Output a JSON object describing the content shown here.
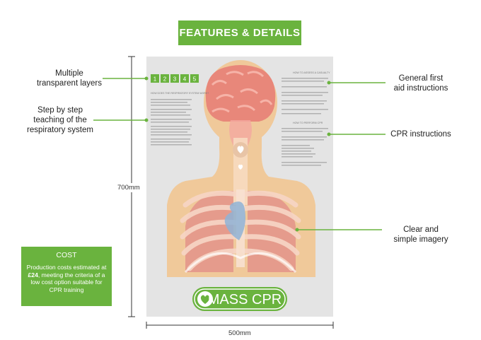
{
  "header": {
    "title": "FEATURES & DETAILS"
  },
  "annotations": {
    "layers": [
      "Multiple",
      "transparent layers"
    ],
    "steps": [
      "Step by step",
      "teaching of the",
      "respiratory system"
    ],
    "first_aid": [
      "General first",
      "aid instructions"
    ],
    "cpr": "CPR instructions",
    "imagery": [
      "Clear and",
      "simple imagery"
    ]
  },
  "cost": {
    "title": "COST",
    "body_prefix": "Production costs estimated at ",
    "amount": "£24",
    "body_suffix": ", meeting the criteria of a low cost option suitable for CPR training"
  },
  "dimensions": {
    "height": "700mm",
    "width": "500mm"
  },
  "poster": {
    "layer_numbers": [
      "1",
      "2",
      "3",
      "4",
      "5"
    ],
    "heading_left": "HOW DOES THE RESPIRATORY SYSTEM WORK?",
    "heading_casualty": "HOW TO ASSESS A CASUALTY",
    "heading_cpr": "HOW TO PERFORM CPR",
    "brand": "MASS CPR"
  },
  "colors": {
    "accent": "#6ab33e",
    "poster_bg": "#e4e4e4",
    "skin": "#f0c99a",
    "brain": "#e8877a",
    "lungs": "#e59b8c"
  }
}
